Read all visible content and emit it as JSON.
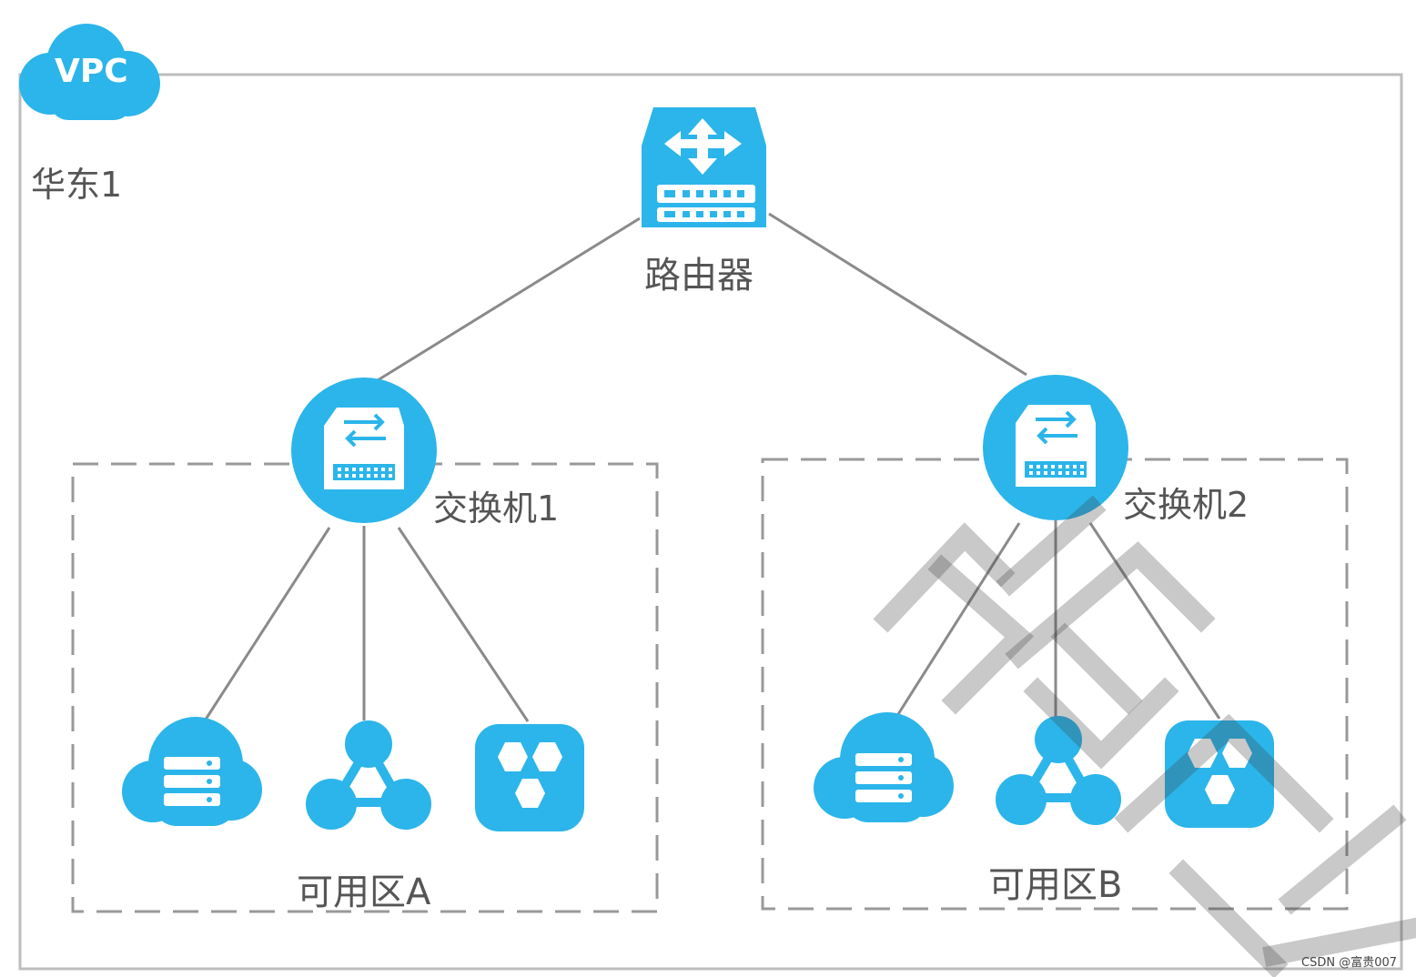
{
  "vpc": {
    "label": "VPC",
    "region": "华东1"
  },
  "router": {
    "label": "路由器"
  },
  "switches": [
    {
      "label": "交换机1"
    },
    {
      "label": "交换机2"
    }
  ],
  "zones": [
    {
      "label": "可用区A"
    },
    {
      "label": "可用区B"
    }
  ],
  "watermark": {
    "text": "阿里云"
  },
  "credit": "CSDN @富贵007",
  "colors": {
    "accent": "#2bb5ea",
    "line": "#8a8a8a",
    "frame": "#bdbdbd",
    "dash": "#999999"
  }
}
